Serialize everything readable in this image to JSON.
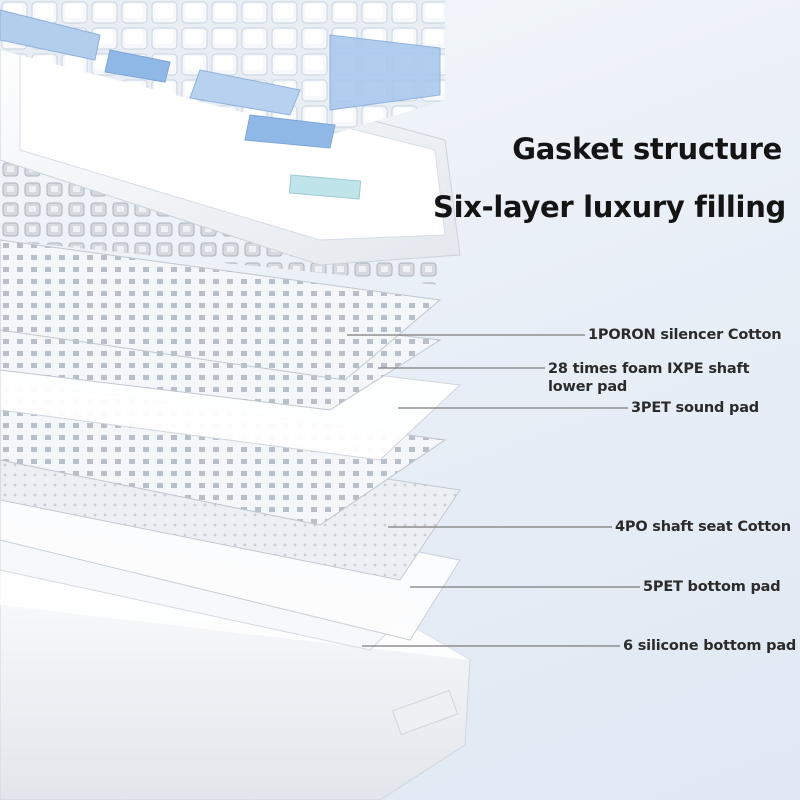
{
  "headline": {
    "title": "Gasket structure",
    "subtitle": "Six-layer luxury filling"
  },
  "layers": [
    {
      "lines": [
        "1PORON silencer Cotton"
      ]
    },
    {
      "lines": [
        "28 times foam IXPE shaft",
        "lower pad"
      ]
    },
    {
      "lines": [
        "3PET sound pad"
      ]
    },
    {
      "lines": [
        "4PO shaft seat Cotton"
      ]
    },
    {
      "lines": [
        "5PET bottom pad"
      ]
    },
    {
      "lines": [
        "6 silicone bottom pad"
      ]
    }
  ],
  "colors": {
    "keycap_blue": "#8fb8e6",
    "keycap_white": "#f3f5f8",
    "frame": "#ffffff",
    "leader_line": "#7b7b7b"
  }
}
